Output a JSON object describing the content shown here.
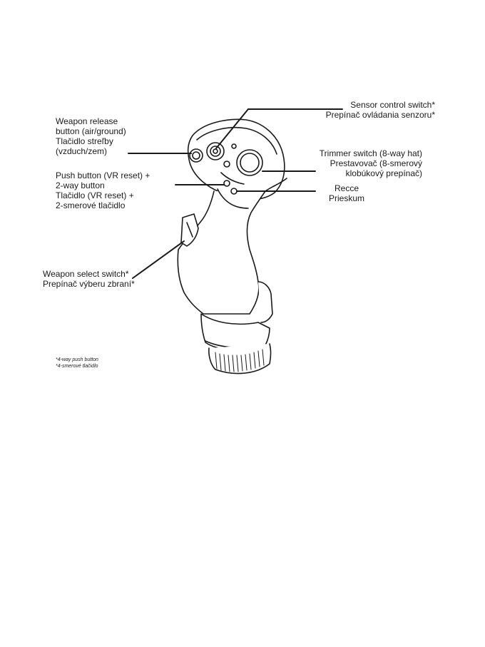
{
  "labels": {
    "weapon_release": [
      "Weapon release",
      "button (air/ground)",
      "Tlačidlo streľby",
      "(vzduch/zem)"
    ],
    "push_button": [
      "Push button (VR reset) +",
      "2-way button",
      "Tlačidlo (VR reset) +",
      "2-smerové tlačidlo"
    ],
    "weapon_select": [
      "Weapon select switch*",
      "Prepínač výberu zbraní*"
    ],
    "sensor_control": [
      "Sensor control switch*",
      "Prepínač ovládania senzoru*"
    ],
    "trimmer": [
      "Trimmer switch (8-way hat)",
      "Prestavovač (8-smerový",
      "klobúkový prepínač)"
    ],
    "recce": [
      "Recce",
      "Prieskum"
    ]
  },
  "footnote": [
    "*4-way push button",
    "*4-smerové tlačidlo"
  ],
  "colors": {
    "ink": "#1a1a1a",
    "paper": "#ffffff",
    "shade": "#e6e6e6"
  },
  "icons": [
    "joystick-grip-illustration"
  ]
}
